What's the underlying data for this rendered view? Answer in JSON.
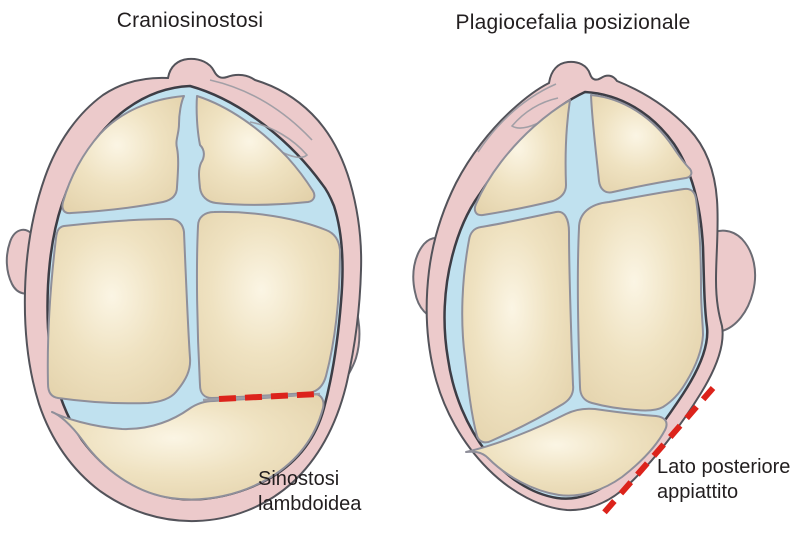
{
  "figure": {
    "kind": "medical illustration - infant skull top views",
    "left_panel": {
      "title": "Craniosinostosi",
      "annotation": "Sinostosi\nlambdoidea"
    },
    "right_panel": {
      "title": "Plagiocefalia posizionale",
      "annotation": "Lato posteriore\nappiattito"
    }
  },
  "colors": {
    "bg": "#ffffff",
    "scalp": "#eccacb",
    "scalp_stroke": "#53535a",
    "ear_stroke": "#6b6b73",
    "cranium_stroke": "#3d3d45",
    "suture": "#c0e1ef",
    "bone_edge": "#e1cfa7",
    "bone_mid": "#efe2c1",
    "bone_hi": "#fbf5e4",
    "bone_stroke": "#8f8f9a",
    "fused_gray": "#9e9ea6",
    "annotation_red": "#dc231b",
    "crease": "#9a9aa2",
    "text": "#221e1f"
  }
}
